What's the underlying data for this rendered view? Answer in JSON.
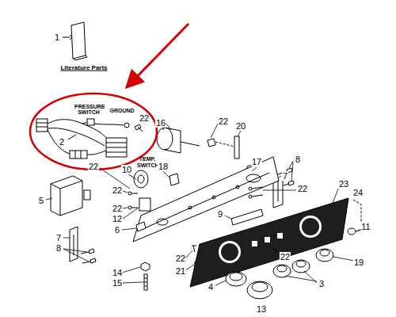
{
  "diagram": {
    "nodes": [
      {
        "text": [
          "PRESSURE SWITCH",
          "GROUND",
          "22",
          "2"
        ]
      }
    ],
    "labels": [
      "1",
      "Literature Parts",
      "16",
      "22",
      "20",
      "17",
      "8",
      "7",
      "22",
      "23",
      "24",
      "22",
      "10",
      "TEMP. SWITCH",
      "18",
      "5",
      "22",
      "22",
      "12",
      "9",
      "6",
      "11",
      "7",
      "8",
      "22",
      "21",
      "22",
      "14",
      "15",
      "4",
      "3",
      "13",
      "19"
    ]
  }
}
